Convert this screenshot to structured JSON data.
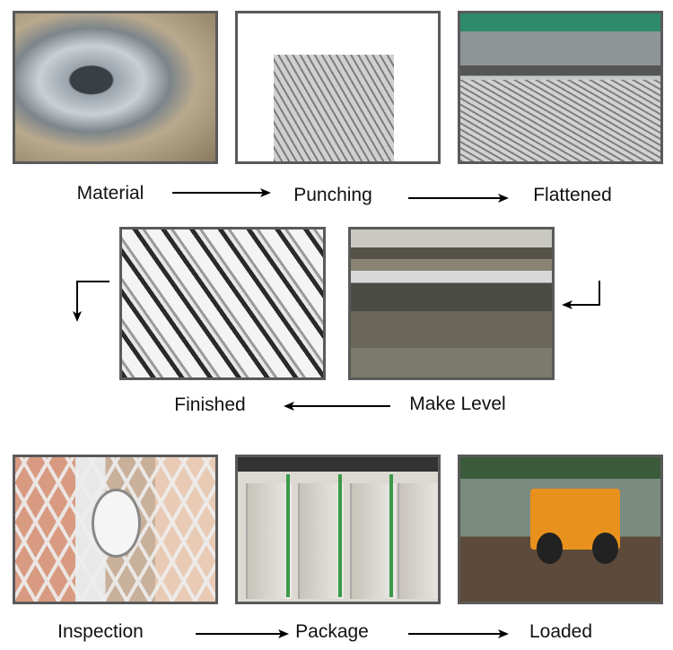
{
  "steps": {
    "material": "Material",
    "punching": "Punching",
    "flattened": "Flattened",
    "finished": "Finished",
    "make_level": "Make Level",
    "inspection": "Inspection",
    "package": "Package",
    "loaded": "Loaded"
  },
  "colors": {
    "frame": "#5a5a5a",
    "arrow": "#000000",
    "text": "#111111"
  }
}
